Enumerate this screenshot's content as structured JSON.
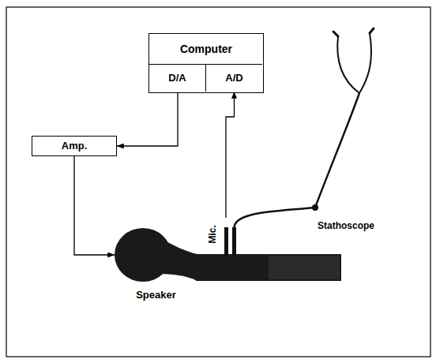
{
  "diagram": {
    "nodes": [
      {
        "text": [
          "Computer"
        ]
      },
      {
        "text": [
          "D/A"
        ],
        "in": 0
      },
      {
        "text": [
          "A/D"
        ],
        "in": 0
      },
      {
        "text": [
          "Amp."
        ]
      },
      {
        "text": [
          "Speaker"
        ]
      },
      {
        "text": [
          "Mic."
        ]
      }
    ],
    "edges": [
      {
        "from": 1,
        "to": 3,
        "arrow": "to"
      },
      {
        "from": 3,
        "to": 4,
        "arrow": "to"
      },
      {
        "from": 5,
        "to": 2,
        "arrow": "to"
      }
    ],
    "labels": [
      "Stathoscope"
    ]
  }
}
